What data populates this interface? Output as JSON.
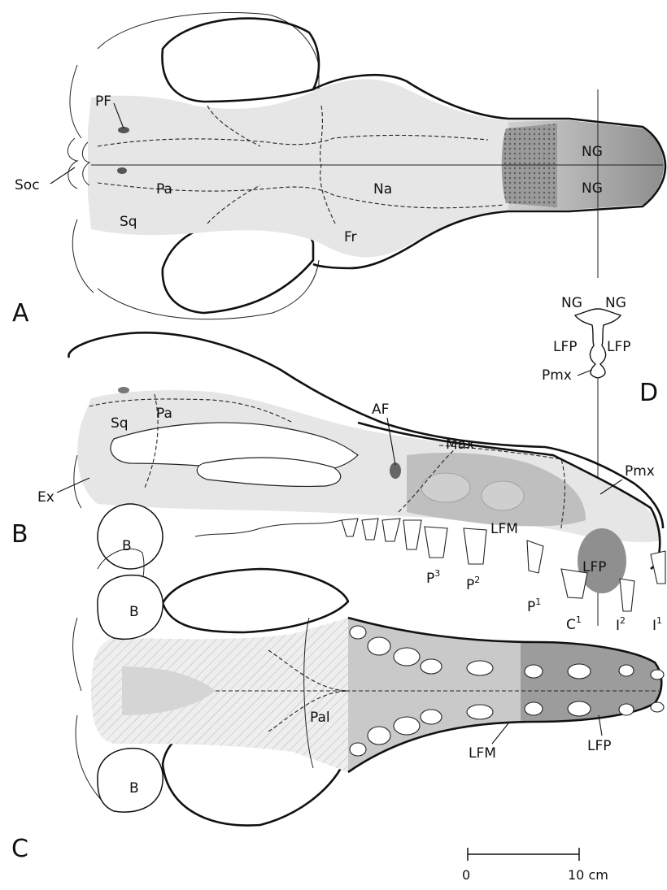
{
  "panels": {
    "a": "A",
    "b": "B",
    "c": "C",
    "d": "D"
  },
  "labels_a": {
    "pf": "PF",
    "soc": "Soc",
    "pa": "Pa",
    "sq": "Sq",
    "na": "Na",
    "fr": "Fr",
    "ng_top": "NG",
    "ng_bottom": "NG"
  },
  "labels_d": {
    "ng_left": "NG",
    "ng_right": "NG",
    "lfp_left": "LFP",
    "lfp_right": "LFP",
    "pmx": "Pmx"
  },
  "labels_b": {
    "sq": "Sq",
    "pa": "Pa",
    "af": "AF",
    "max": "Max",
    "pmx": "Pmx",
    "ex": "Ex",
    "b": "B",
    "lfm": "LFM",
    "lfp": "LFP",
    "p3": "P",
    "p3_sup": "3",
    "p2": "P",
    "p2_sup": "2",
    "p1": "P",
    "p1_sup": "1",
    "c1": "C",
    "c1_sup": "1",
    "i2": "I",
    "i2_sup": "2",
    "i1": "I",
    "i1_sup": "1"
  },
  "labels_c": {
    "b_top": "B",
    "b_bottom": "B",
    "pal": "Pal",
    "lfm": "LFM",
    "lfp": "LFP"
  },
  "scale": {
    "start": "0",
    "end": "10 cm"
  },
  "colors": {
    "bone": "#e6e6e6",
    "bone_dark": "#bdbdbd",
    "outline": "#111111"
  }
}
